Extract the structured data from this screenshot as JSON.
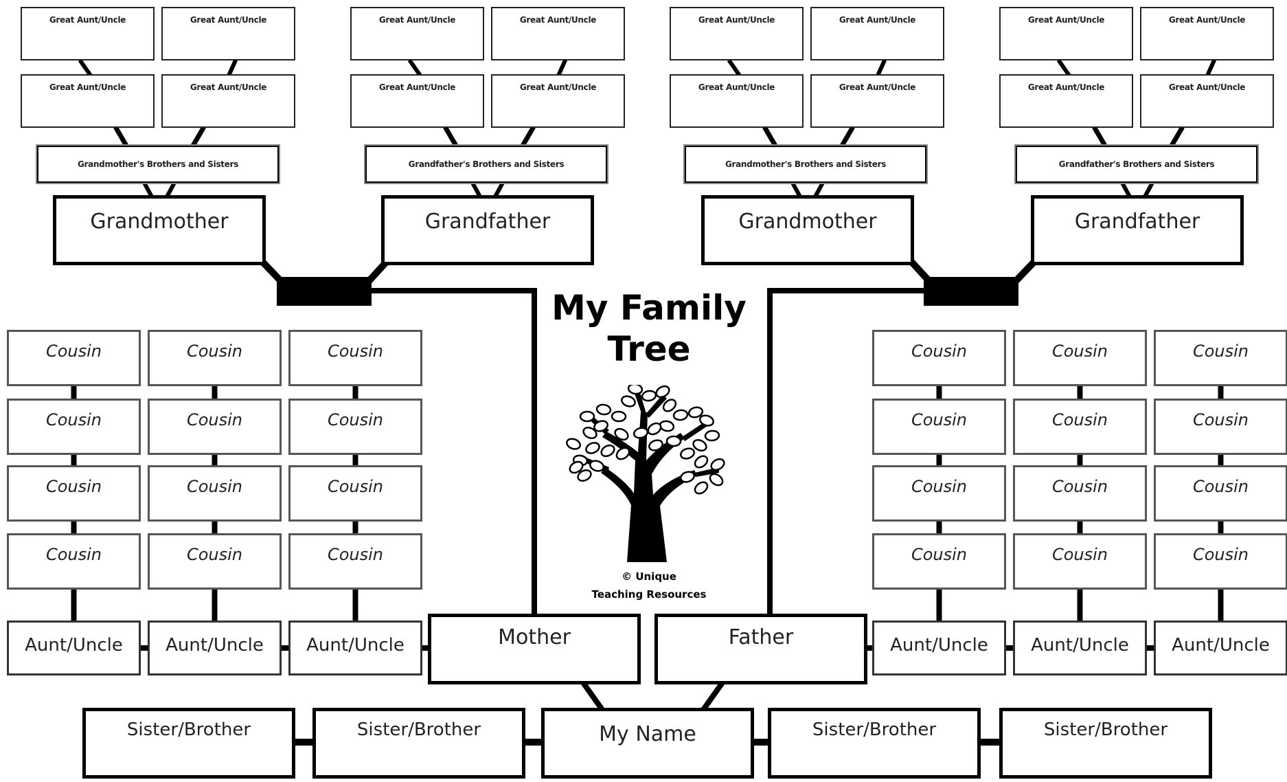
{
  "title": {
    "line1": "My Family",
    "line2": "Tree"
  },
  "credit": {
    "line1": "© Unique",
    "line2": "Teaching Resources"
  },
  "great_grandparents": {
    "maternal_grandmother_side": [
      "Great Aunt/Uncle",
      "Great Aunt/Uncle",
      "Great Aunt/Uncle",
      "Great Aunt/Uncle"
    ],
    "maternal_grandfather_side": [
      "Great Aunt/Uncle",
      "Great Aunt/Uncle",
      "Great Aunt/Uncle",
      "Great Aunt/Uncle"
    ],
    "paternal_grandmother_side": [
      "Great Aunt/Uncle",
      "Great Aunt/Uncle",
      "Great Aunt/Uncle",
      "Great Aunt/Uncle"
    ],
    "paternal_grandfather_side": [
      "Great Aunt/Uncle",
      "Great Aunt/Uncle",
      "Great Aunt/Uncle",
      "Great Aunt/Uncle"
    ]
  },
  "grandparent_siblings": [
    "Grandmother's Brothers and Sisters",
    "Grandfather's Brothers and Sisters",
    "Grandmother's Brothers and Sisters",
    "Grandfather's Brothers and Sisters"
  ],
  "grandparents": [
    "Grandmother",
    "Grandfather",
    "Grandmother",
    "Grandfather"
  ],
  "cousins": {
    "left": [
      [
        "Cousin",
        "Cousin",
        "Cousin",
        "Cousin"
      ],
      [
        "Cousin",
        "Cousin",
        "Cousin",
        "Cousin"
      ],
      [
        "Cousin",
        "Cousin",
        "Cousin",
        "Cousin"
      ]
    ],
    "right": [
      [
        "Cousin",
        "Cousin",
        "Cousin",
        "Cousin"
      ],
      [
        "Cousin",
        "Cousin",
        "Cousin",
        "Cousin"
      ],
      [
        "Cousin",
        "Cousin",
        "Cousin",
        "Cousin"
      ]
    ]
  },
  "aunts_uncles": {
    "left": [
      "Aunt/Uncle",
      "Aunt/Uncle",
      "Aunt/Uncle"
    ],
    "right": [
      "Aunt/Uncle",
      "Aunt/Uncle",
      "Aunt/Uncle"
    ]
  },
  "parents": {
    "mother": "Mother",
    "father": "Father"
  },
  "siblings": [
    "Sister/Brother",
    "Sister/Brother",
    "Sister/Brother",
    "Sister/Brother"
  ],
  "me": "My Name",
  "icon": "tree-icon"
}
